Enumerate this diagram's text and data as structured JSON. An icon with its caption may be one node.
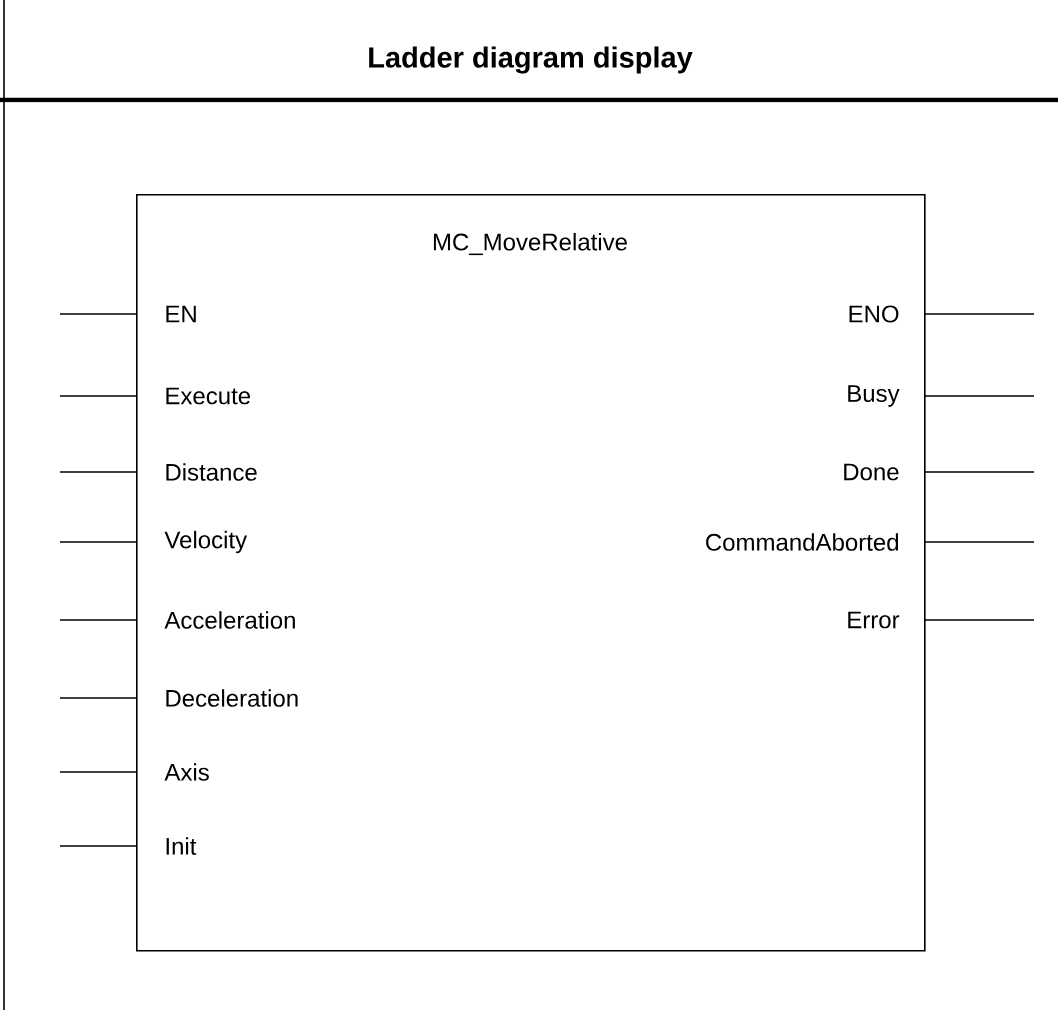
{
  "diagram": {
    "title": "Ladder diagram display",
    "nodes": [
      {
        "text": [
          "MC_MoveRelative"
        ]
      }
    ],
    "edges": [],
    "labels": [
      "EN",
      "ENO",
      "Execute",
      "Busy",
      "Distance",
      "Done",
      "Velocity",
      "CommandAborted",
      "Acceleration",
      "Error",
      "Deceleration",
      "Axis",
      "Init"
    ]
  }
}
